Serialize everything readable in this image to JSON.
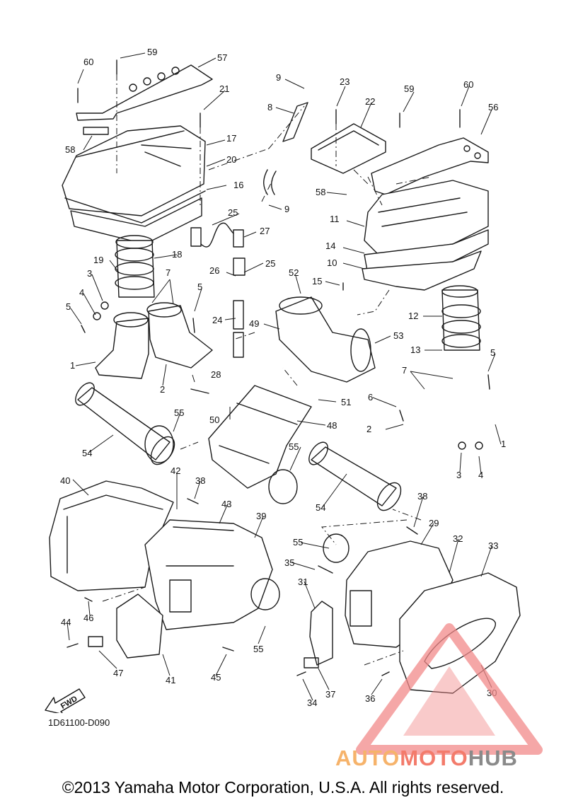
{
  "diagram": {
    "code": "1D61100-D090",
    "copyright": "©2013 Yamaha Motor Corporation, U.S.A. All rights reserved.",
    "fwd_label": "FWD",
    "watermark": {
      "part1": "AUTO",
      "part2": "MOTO",
      "part3": "HUB"
    }
  },
  "callouts": [
    "60",
    "59",
    "57",
    "21",
    "17",
    "20",
    "58",
    "16",
    "9",
    "8",
    "23",
    "22",
    "59",
    "60",
    "56",
    "58",
    "9",
    "11",
    "25",
    "27",
    "19",
    "18",
    "25",
    "26",
    "14",
    "10",
    "3",
    "7",
    "4",
    "5",
    "15",
    "52",
    "12",
    "5",
    "24",
    "49",
    "53",
    "1",
    "2",
    "13",
    "5",
    "28",
    "7",
    "6",
    "50",
    "51",
    "55",
    "48",
    "54",
    "2",
    "1",
    "55",
    "3",
    "4",
    "40",
    "42",
    "38",
    "43",
    "39",
    "54",
    "38",
    "29",
    "32",
    "33",
    "55",
    "35",
    "46",
    "31",
    "44",
    "47",
    "41",
    "45",
    "55",
    "37",
    "36",
    "30",
    "34"
  ]
}
